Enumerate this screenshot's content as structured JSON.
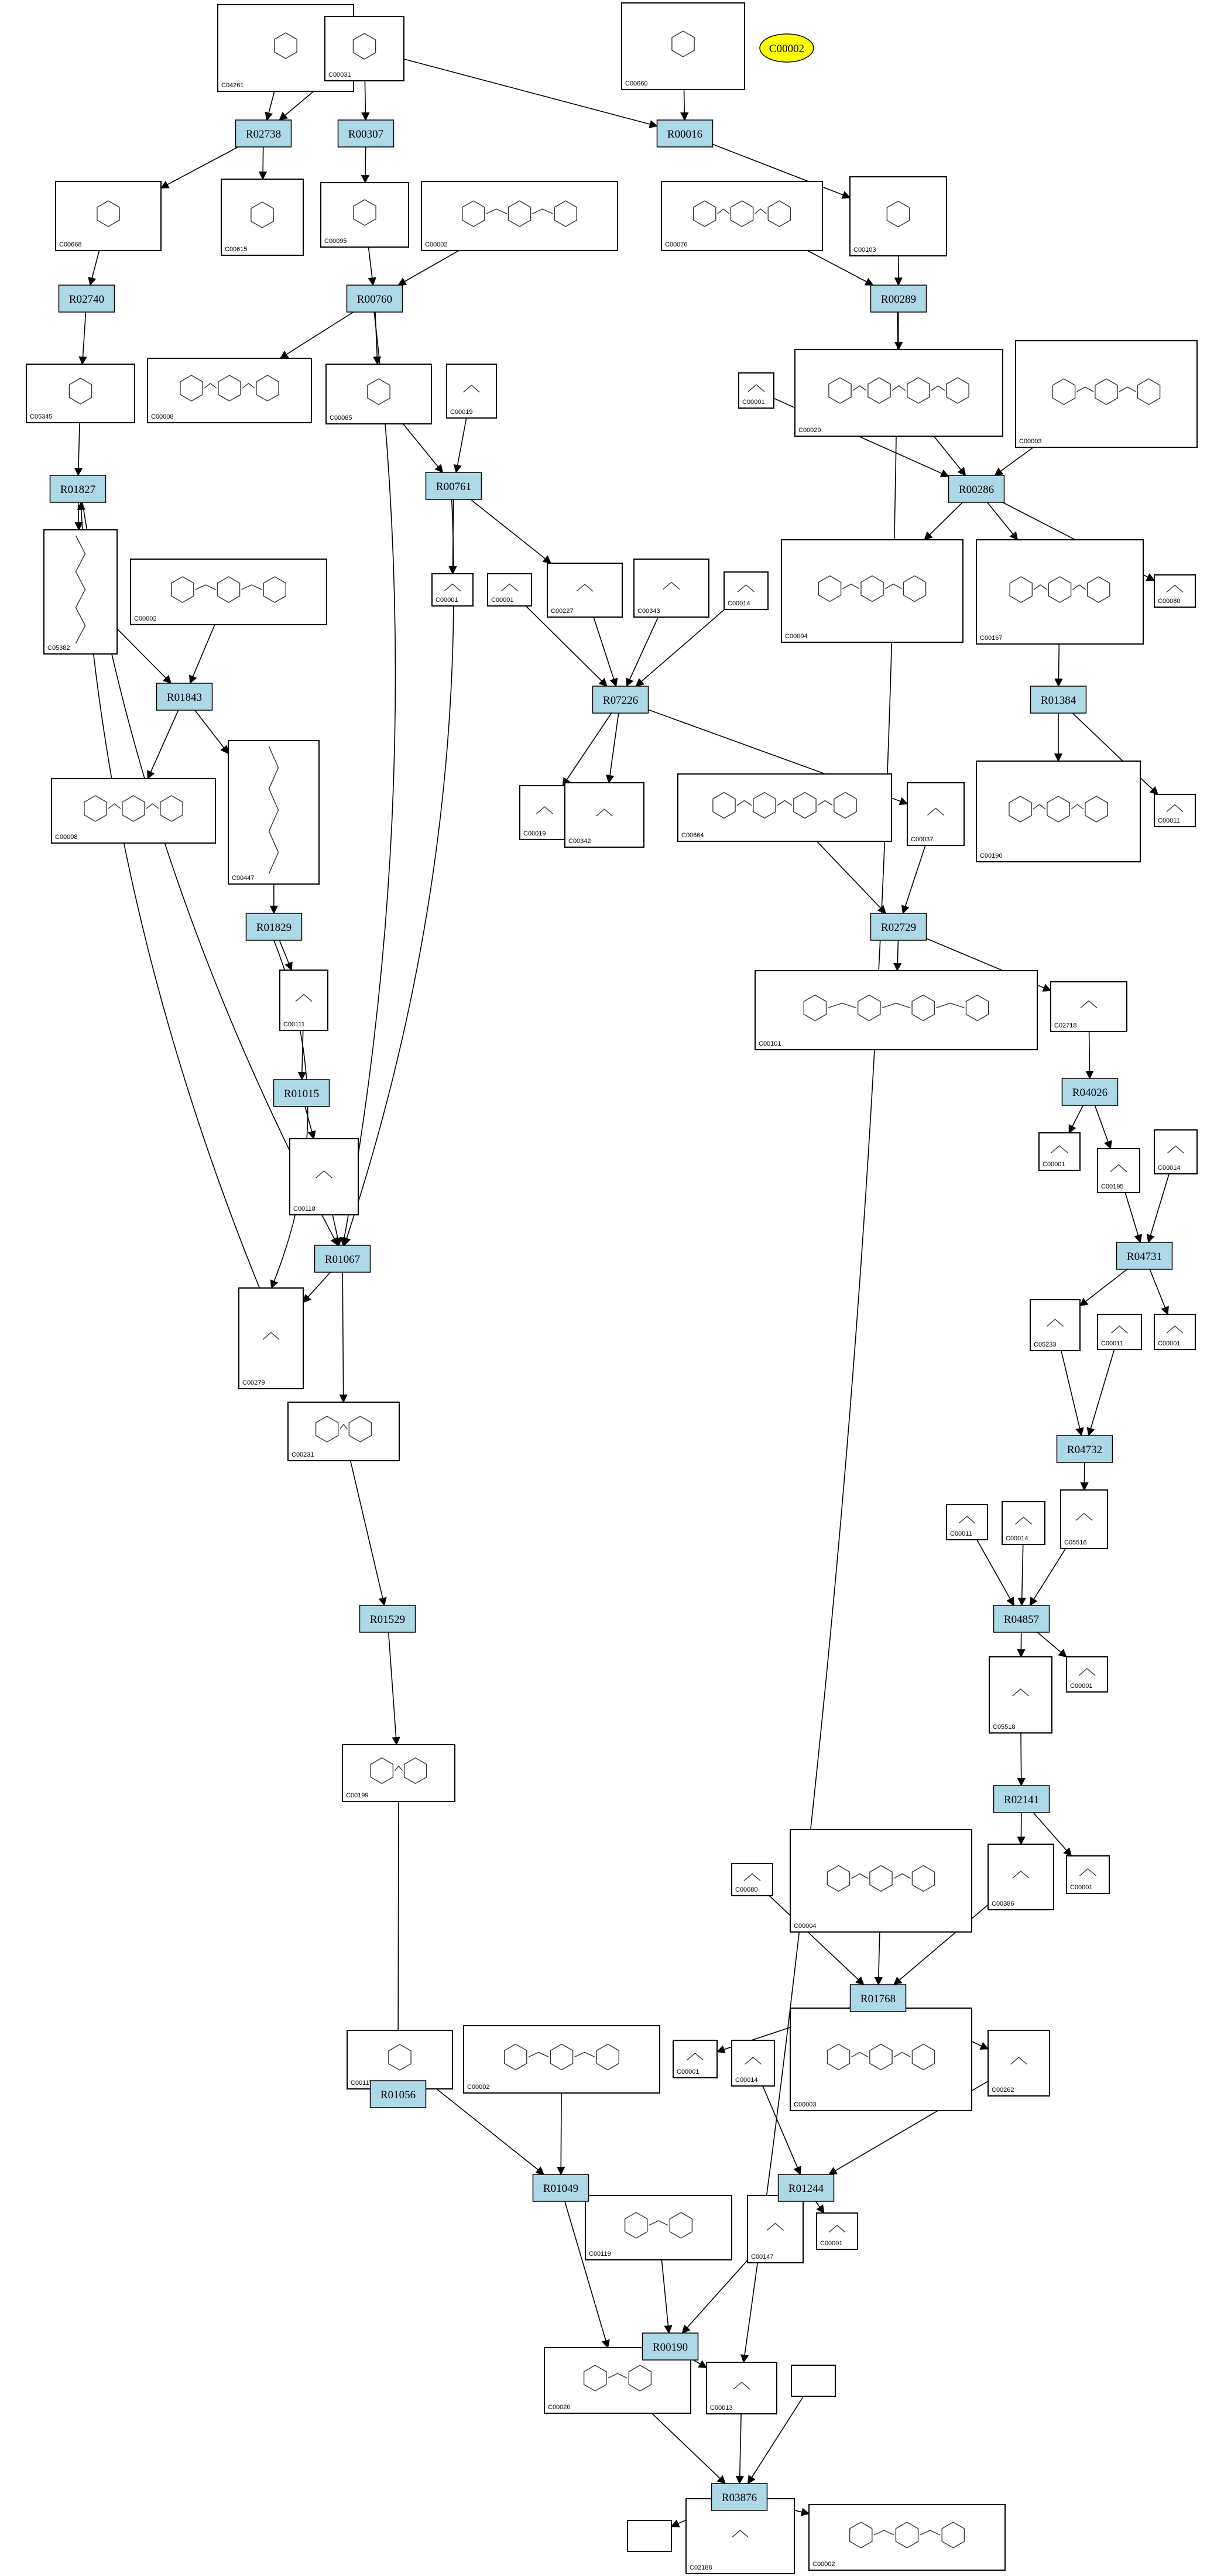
{
  "highlight": {
    "label": "C00002",
    "color": "#ffff00"
  },
  "colors": {
    "reaction_fill": "#add8e6",
    "compound_fill": "#ffffff",
    "edge": "#000000"
  },
  "reactions": [
    {
      "id": "R02738"
    },
    {
      "id": "R00307"
    },
    {
      "id": "R00016"
    },
    {
      "id": "R02740"
    },
    {
      "id": "R00760"
    },
    {
      "id": "R00289"
    },
    {
      "id": "R01827"
    },
    {
      "id": "R00761"
    },
    {
      "id": "R00286"
    },
    {
      "id": "R01843"
    },
    {
      "id": "R07226"
    },
    {
      "id": "R01384"
    },
    {
      "id": "R01829"
    },
    {
      "id": "R02729"
    },
    {
      "id": "R04026"
    },
    {
      "id": "R01015"
    },
    {
      "id": "R01067"
    },
    {
      "id": "R04731"
    },
    {
      "id": "R04732"
    },
    {
      "id": "R04857"
    },
    {
      "id": "R01529"
    },
    {
      "id": "R02141"
    },
    {
      "id": "R01768"
    },
    {
      "id": "R01056"
    },
    {
      "id": "R01049"
    },
    {
      "id": "R01244"
    },
    {
      "id": "R00190"
    },
    {
      "id": "R03876"
    }
  ],
  "compounds": [
    {
      "id": "C04261",
      "label": "C04261",
      "mol": "ring"
    },
    {
      "id": "C00031",
      "label": "C00031",
      "mol": "ring"
    },
    {
      "id": "C00660",
      "label": "C00660",
      "mol": "ring"
    },
    {
      "id": "C00668",
      "label": "C00668",
      "mol": "ring"
    },
    {
      "id": "C00615",
      "label": "C00615",
      "mol": "ring"
    },
    {
      "id": "C00095",
      "label": "C00095",
      "mol": "ring"
    },
    {
      "id": "C00002a",
      "label": "C00002",
      "mol": "chain"
    },
    {
      "id": "C00076",
      "label": "C00076",
      "mol": "chain"
    },
    {
      "id": "C00103",
      "label": "C00103",
      "mol": "ring"
    },
    {
      "id": "C05345",
      "label": "C05345",
      "mol": "ring"
    },
    {
      "id": "C00008a",
      "label": "C00008",
      "mol": "chain"
    },
    {
      "id": "C00085",
      "label": "C00085",
      "mol": "ring"
    },
    {
      "id": "C00019",
      "label": "C00019",
      "mol": "small"
    },
    {
      "id": "C00029",
      "label": "C00029",
      "mol": "chain"
    },
    {
      "id": "C00001a",
      "label": "C00001",
      "mol": "small"
    },
    {
      "id": "C00003a",
      "label": "C00003",
      "mol": "chain"
    },
    {
      "id": "C05382",
      "label": "C05382",
      "mol": "chainv"
    },
    {
      "id": "C00002b",
      "label": "C00002",
      "mol": "chain"
    },
    {
      "id": "C00001b",
      "label": "C00001",
      "mol": "small"
    },
    {
      "id": "C00001c",
      "label": "C00001",
      "mol": "small"
    },
    {
      "id": "C00227",
      "label": "C00227",
      "mol": "small"
    },
    {
      "id": "C00343",
      "label": "C00343",
      "mol": "small"
    },
    {
      "id": "C00014a",
      "label": "C00014",
      "mol": "small"
    },
    {
      "id": "C00004a",
      "label": "C00004",
      "mol": "chain"
    },
    {
      "id": "C00167",
      "label": "C00167",
      "mol": "chain"
    },
    {
      "id": "C00080a",
      "label": "C00080",
      "mol": "small"
    },
    {
      "id": "C00008b",
      "label": "C00008",
      "mol": "chain"
    },
    {
      "id": "C00447",
      "label": "C00447",
      "mol": "chainv"
    },
    {
      "id": "C00019b",
      "label": "C00019",
      "mol": "small"
    },
    {
      "id": "C00342",
      "label": "C00342",
      "mol": "small"
    },
    {
      "id": "C00664",
      "label": "C00664",
      "mol": "chain"
    },
    {
      "id": "C00037",
      "label": "C00037",
      "mol": "small"
    },
    {
      "id": "C00190",
      "label": "C00190",
      "mol": "chain"
    },
    {
      "id": "C00011a",
      "label": "C00011",
      "mol": "small"
    },
    {
      "id": "C00101",
      "label": "C00101",
      "mol": "chain"
    },
    {
      "id": "C02718",
      "label": "C02718",
      "mol": "small"
    },
    {
      "id": "C00111",
      "label": "C00111",
      "mol": "smallv"
    },
    {
      "id": "C00001d",
      "label": "C00001",
      "mol": "small"
    },
    {
      "id": "C00195",
      "label": "C00195",
      "mol": "small"
    },
    {
      "id": "C00014b",
      "label": "C00014",
      "mol": "small"
    },
    {
      "id": "C00118",
      "label": "C00118",
      "mol": "smallv"
    },
    {
      "id": "C05233",
      "label": "C05233",
      "mol": "small"
    },
    {
      "id": "C00011b",
      "label": "C00011",
      "mol": "small"
    },
    {
      "id": "C00001e",
      "label": "C00001",
      "mol": "small"
    },
    {
      "id": "C00279",
      "label": "C00279",
      "mol": "smallv"
    },
    {
      "id": "C00231",
      "label": "C00231",
      "mol": "chain"
    },
    {
      "id": "C00011c",
      "label": "C00011",
      "mol": "small"
    },
    {
      "id": "C00014c",
      "label": "C00014",
      "mol": "small"
    },
    {
      "id": "C05516",
      "label": "C05516",
      "mol": "small"
    },
    {
      "id": "C05518",
      "label": "C05518",
      "mol": "small"
    },
    {
      "id": "C00001f",
      "label": "C00001",
      "mol": "small"
    },
    {
      "id": "C00199",
      "label": "C00199",
      "mol": "chain"
    },
    {
      "id": "C00080b",
      "label": "C00080",
      "mol": "small"
    },
    {
      "id": "C00004b",
      "label": "C00004",
      "mol": "chain"
    },
    {
      "id": "C00386",
      "label": "C00386",
      "mol": "small"
    },
    {
      "id": "C00001g",
      "label": "C00001",
      "mol": "small"
    },
    {
      "id": "C00117",
      "label": "C00117",
      "mol": "ring"
    },
    {
      "id": "C00002c",
      "label": "C00002",
      "mol": "chain"
    },
    {
      "id": "C00001h",
      "label": "C00001",
      "mol": "small"
    },
    {
      "id": "C00014d",
      "label": "C00014",
      "mol": "small"
    },
    {
      "id": "C00003b",
      "label": "C00003",
      "mol": "chain"
    },
    {
      "id": "C00262",
      "label": "C00262",
      "mol": "small"
    },
    {
      "id": "C00119",
      "label": "C00119",
      "mol": "chain"
    },
    {
      "id": "C00147",
      "label": "C00147",
      "mol": "small"
    },
    {
      "id": "C00001i",
      "label": "C00001",
      "mol": "small"
    },
    {
      "id": "C00020",
      "label": "C00020",
      "mol": "chain"
    },
    {
      "id": "C00013",
      "label": "C00013",
      "mol": "small"
    },
    {
      "id": "Cempty1",
      "label": "",
      "mol": "none"
    },
    {
      "id": "Cempty2",
      "label": "",
      "mol": "none"
    },
    {
      "id": "C02188",
      "label": "C02188",
      "mol": "small"
    },
    {
      "id": "C00002d",
      "label": "C00002",
      "mol": "chain"
    }
  ],
  "edges": [
    [
      "C04261",
      "R02738"
    ],
    [
      "C00031",
      "R02738"
    ],
    [
      "C00031",
      "R00307"
    ],
    [
      "C00031",
      "R00016"
    ],
    [
      "C00660",
      "R00016"
    ],
    [
      "R02738",
      "C00668"
    ],
    [
      "R02738",
      "C00615"
    ],
    [
      "R00307",
      "C00095"
    ],
    [
      "R00016",
      "C00103"
    ],
    [
      "C00668",
      "R02740"
    ],
    [
      "C00095",
      "R00760"
    ],
    [
      "C00002a",
      "R00760"
    ],
    [
      "C00076",
      "R00289"
    ],
    [
      "C00103",
      "R00289"
    ],
    [
      "R02740",
      "C05345"
    ],
    [
      "R00760",
      "C00008a"
    ],
    [
      "R00760",
      "C00085"
    ],
    [
      "R00289",
      "C00029"
    ],
    [
      "C05345",
      "R01827"
    ],
    [
      "C00085",
      "R00761"
    ],
    [
      "C00019",
      "R00761"
    ],
    [
      "C00029",
      "R00286"
    ],
    [
      "C00001a",
      "R00286"
    ],
    [
      "C00003a",
      "R00286"
    ],
    [
      "R01827",
      "C05382"
    ],
    [
      "C05382",
      "R01843"
    ],
    [
      "C00002b",
      "R01843"
    ],
    [
      "R00761",
      "C00001b"
    ],
    [
      "R00761",
      "C00227"
    ],
    [
      "C00001c",
      "R07226"
    ],
    [
      "C00227",
      "R07226"
    ],
    [
      "C00343",
      "R07226"
    ],
    [
      "C00014a",
      "R07226"
    ],
    [
      "R00286",
      "C00004a"
    ],
    [
      "R00286",
      "C00167"
    ],
    [
      "R00286",
      "C00080a"
    ],
    [
      "R01843",
      "C00008b"
    ],
    [
      "R01843",
      "C00447"
    ],
    [
      "R07226",
      "C00019b"
    ],
    [
      "R07226",
      "C00342"
    ],
    [
      "R07226",
      "C00037"
    ],
    [
      "C00167",
      "R01384"
    ],
    [
      "R01384",
      "C00190"
    ],
    [
      "R01384",
      "C00011a"
    ],
    [
      "C00447",
      "R01829"
    ],
    [
      "C00664",
      "R02729"
    ],
    [
      "C00037",
      "R02729"
    ],
    [
      "R02729",
      "C00101"
    ],
    [
      "R02729",
      "C02718"
    ],
    [
      "R01829",
      "C00111"
    ],
    [
      "C02718",
      "R04026"
    ],
    [
      "C00111",
      "R01015"
    ],
    [
      "R04026",
      "C00001d"
    ],
    [
      "R04026",
      "C00195"
    ],
    [
      "R01015",
      "C00118"
    ],
    [
      "C00195",
      "R04731"
    ],
    [
      "C00014b",
      "R04731"
    ],
    [
      "C00118",
      "R01067"
    ],
    [
      "R04731",
      "C05233"
    ],
    [
      "R04731",
      "C00001e"
    ],
    [
      "R01067",
      "C00279"
    ],
    [
      "R01067",
      "C00231"
    ],
    [
      "C05233",
      "R04732"
    ],
    [
      "C00011b",
      "R04732"
    ],
    [
      "R04732",
      "C05516"
    ],
    [
      "C00011c",
      "R04857"
    ],
    [
      "C00014c",
      "R04857"
    ],
    [
      "C05516",
      "R04857"
    ],
    [
      "R04857",
      "C05518"
    ],
    [
      "R04857",
      "C00001f"
    ],
    [
      "C00231",
      "R01529"
    ],
    [
      "C05518",
      "R02141"
    ],
    [
      "R02141",
      "C00386"
    ],
    [
      "R02141",
      "C00001g"
    ],
    [
      "R01529",
      "C00199"
    ],
    [
      "C00080b",
      "R01768"
    ],
    [
      "C00004b",
      "R01768"
    ],
    [
      "C00386",
      "R01768"
    ],
    [
      "R01768",
      "C00001h"
    ],
    [
      "R01768",
      "C00003b"
    ],
    [
      "R01768",
      "C00262"
    ],
    [
      "C00199",
      "R01056"
    ],
    [
      "R01056",
      "C00117"
    ],
    [
      "C00014d",
      "R01244"
    ],
    [
      "C00262",
      "R01244"
    ],
    [
      "C00117",
      "R01049"
    ],
    [
      "C00002c",
      "R01049"
    ],
    [
      "R01244",
      "C00147"
    ],
    [
      "R01244",
      "C00001i"
    ],
    [
      "R01049",
      "C00119"
    ],
    [
      "R01049",
      "C00020"
    ],
    [
      "C00119",
      "R00190"
    ],
    [
      "C00147",
      "R00190"
    ],
    [
      "R00190",
      "C00020"
    ],
    [
      "R00190",
      "C00013"
    ],
    [
      "C00020",
      "R03876"
    ],
    [
      "C00013",
      "R03876"
    ],
    [
      "Cempty1",
      "R03876"
    ],
    [
      "R03876",
      "Cempty2"
    ],
    [
      "R03876",
      "C02188"
    ],
    [
      "R03876",
      "C00002d"
    ],
    [
      "R00761",
      "R01067"
    ],
    [
      "R01827",
      "R01067"
    ],
    [
      "R00289",
      "C00013"
    ],
    [
      "C00279",
      "R01827"
    ],
    [
      "R00760",
      "R01067"
    ],
    [
      "R01829",
      "C00279"
    ]
  ]
}
